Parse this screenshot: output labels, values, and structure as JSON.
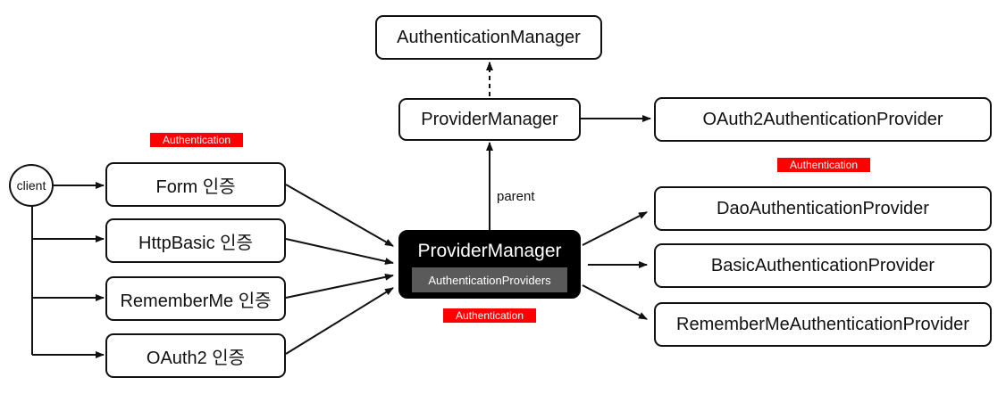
{
  "client": {
    "label": "client"
  },
  "auth_methods": [
    {
      "label": "Form 인증"
    },
    {
      "label": "HttpBasic 인증"
    },
    {
      "label": "RememberMe 인증"
    },
    {
      "label": "OAuth2 인증"
    }
  ],
  "provider_manager_main": {
    "title": "ProviderManager",
    "subtitle": "AuthenticationProviders"
  },
  "parent_provider_manager": {
    "label": "ProviderManager"
  },
  "authentication_manager": {
    "label": "AuthenticationManager"
  },
  "parent_edge_label": "parent",
  "providers": [
    {
      "label": "OAuth2AuthenticationProvider"
    },
    {
      "label": "DaoAuthenticationProvider"
    },
    {
      "label": "BasicAuthenticationProvider"
    },
    {
      "label": "RememberMeAuthenticationProvider"
    }
  ],
  "authentication_tags": [
    "Authentication",
    "Authentication",
    "Authentication"
  ],
  "colors": {
    "tag": "#ff0000",
    "main_box": "#000000",
    "sub_box": "#5a5a5a",
    "line": "#111111"
  }
}
